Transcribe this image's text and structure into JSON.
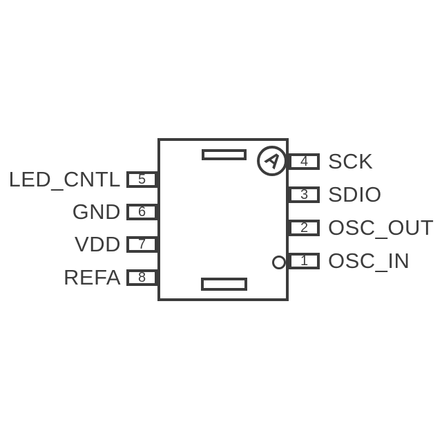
{
  "diagram": {
    "type": "ic-pinout",
    "logo_letter": "A",
    "left_pins": [
      {
        "number": "5",
        "label": "LED_CNTL"
      },
      {
        "number": "6",
        "label": "GND"
      },
      {
        "number": "7",
        "label": "VDD"
      },
      {
        "number": "8",
        "label": "REFA"
      }
    ],
    "right_pins": [
      {
        "number": "4",
        "label": "SCK"
      },
      {
        "number": "3",
        "label": "SDIO"
      },
      {
        "number": "2",
        "label": "OSC_OUT"
      },
      {
        "number": "1",
        "label": "OSC_IN"
      }
    ],
    "colors": {
      "line": "#3c3c3c",
      "background": "#ffffff"
    }
  }
}
